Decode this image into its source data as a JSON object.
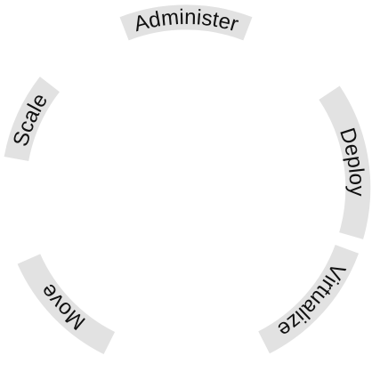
{
  "diagram": {
    "labels": [
      {
        "id": "administer",
        "text": "Administer"
      },
      {
        "id": "deploy",
        "text": "Deploy"
      },
      {
        "id": "virtualize",
        "text": "Virtualize"
      },
      {
        "id": "move",
        "text": "Move"
      },
      {
        "id": "scale",
        "text": "Scale"
      }
    ],
    "colors": {
      "label_background": "#e2e2e2",
      "label_text": "#111111",
      "page_background": "#ffffff"
    }
  }
}
